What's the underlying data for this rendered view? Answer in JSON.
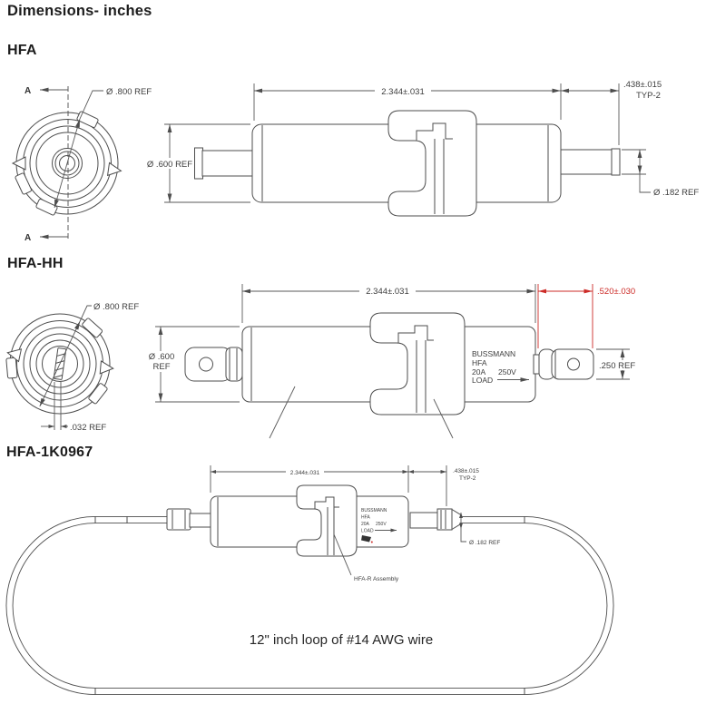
{
  "title": "Dimensions- inches",
  "colors": {
    "red_dim": "#cc2b27",
    "line": "#4d4d4d",
    "text": "#3d3d3d"
  },
  "hfa": {
    "heading": "HFA",
    "section_marker": "A",
    "dia_800": "Ø .800 REF",
    "length": "2.344±.031",
    "end_len": ".438±.015",
    "end_len_typ": "TYP-2",
    "dia_600": "Ø .600 REF",
    "dia_182": "Ø .182 REF"
  },
  "hfa_hh": {
    "heading": "HFA-HH",
    "dia_800": "Ø .800 REF",
    "slot_width": ".032 REF",
    "length": "2.344±.031",
    "red_len": ".520±.030",
    "dia_600_line1": "Ø .600",
    "dia_600_line2": "REF",
    "blade_width": ".250 REF",
    "marking": {
      "line1": "BUSSMANN",
      "line2": "HFA",
      "line3a": "20A",
      "line3b": "250V",
      "line4": "LOAD"
    }
  },
  "hfa_1k0967": {
    "heading": "HFA-1K0967",
    "length": "2.344±.031",
    "end_len": ".438±.015",
    "end_len_typ": "TYP-2",
    "dia_182": "Ø .182 REF",
    "marking": {
      "line1": "BUSSMANN",
      "line2": "HFA",
      "line3a": "20A",
      "line3b": "250V",
      "line4": "LOAD"
    },
    "assembly_label": "HFA-R Assembly",
    "wire_note": "12\" inch loop of #14 AWG wire"
  }
}
